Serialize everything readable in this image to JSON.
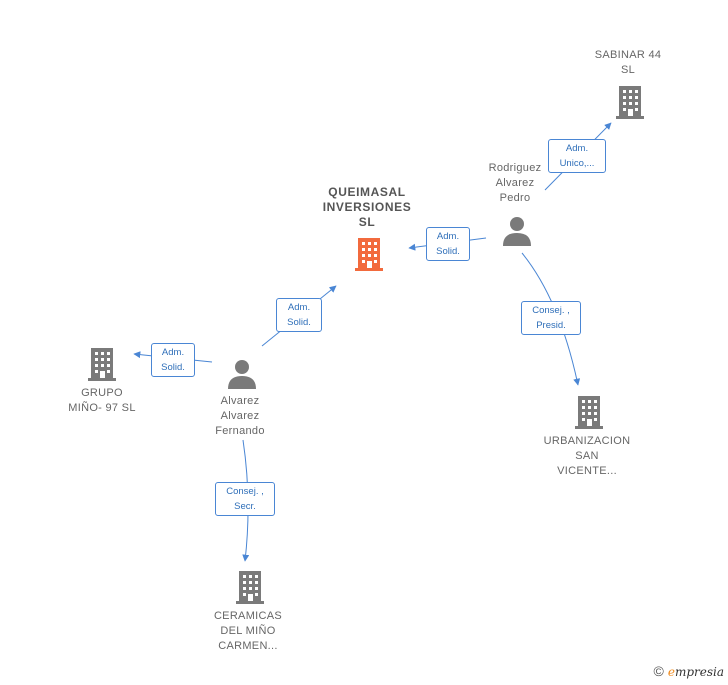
{
  "colors": {
    "focus_company": "#f26a3d",
    "company": "#7a7a7a",
    "person": "#7a7a7a",
    "edge": "#4a86d4"
  },
  "nodes": {
    "queimasal": {
      "label_lines": [
        "QUEIMASAL",
        "INVERSIONES",
        "SL"
      ],
      "icon": "building-icon"
    },
    "sabinar": {
      "label_lines": [
        "SABINAR 44",
        "SL"
      ],
      "icon": "building-icon"
    },
    "rodriguez": {
      "label_lines": [
        "Rodriguez",
        "Alvarez",
        "Pedro"
      ],
      "icon": "person-icon"
    },
    "grupo_mino": {
      "label_lines": [
        "GRUPO",
        "MIÑO- 97 SL"
      ],
      "icon": "building-icon"
    },
    "alvarez": {
      "label_lines": [
        "Alvarez",
        "Alvarez",
        "Fernando"
      ],
      "icon": "person-icon"
    },
    "urbanizacion": {
      "label_lines": [
        "URBANIZACION",
        "SAN",
        "VICENTE..."
      ],
      "icon": "building-icon"
    },
    "ceramicas": {
      "label_lines": [
        "CERAMICAS",
        "DEL MIÑO",
        "CARMEN..."
      ],
      "icon": "building-icon"
    }
  },
  "relations": {
    "rodriguez_sabinar": [
      "Adm.",
      "Unico,..."
    ],
    "rodriguez_queimasal": [
      "Adm.",
      "Solid."
    ],
    "rodriguez_urbanizacion": [
      "Consej. ,",
      "Presid."
    ],
    "alvarez_queimasal": [
      "Adm.",
      "Solid."
    ],
    "alvarez_grupo": [
      "Adm.",
      "Solid."
    ],
    "alvarez_ceramicas": [
      "Consej. ,",
      "Secr."
    ]
  },
  "footer": {
    "copyright": "©",
    "brand_initial": "e",
    "brand_rest": "mpresia"
  }
}
